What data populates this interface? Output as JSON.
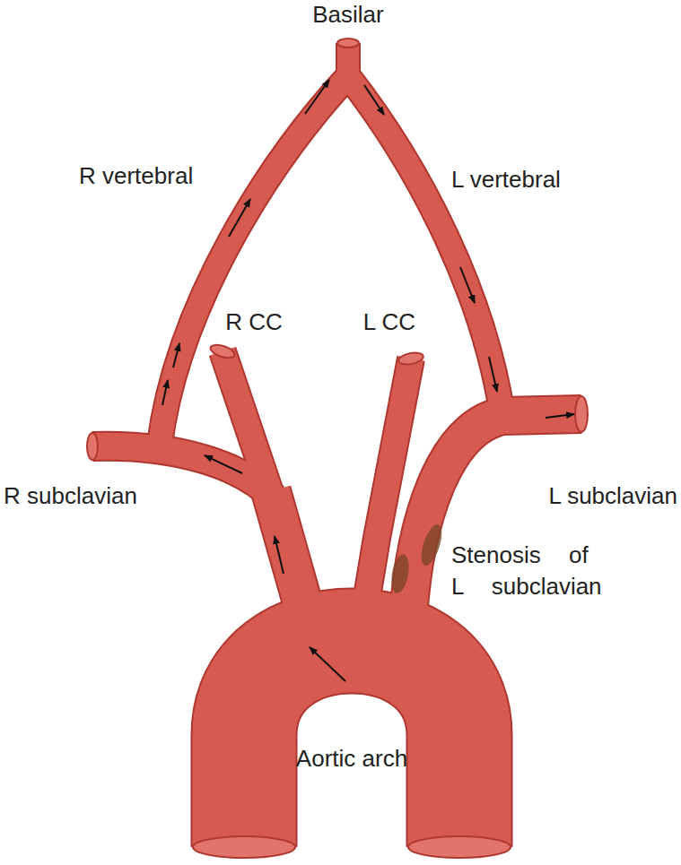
{
  "diagram": {
    "labels": [
      "Basilar",
      "R vertebral",
      "L vertebral",
      "R CC",
      "L CC",
      "R subclavian",
      "L subclavian",
      "Stenosis of L subclavian",
      "Aortic arch"
    ]
  }
}
